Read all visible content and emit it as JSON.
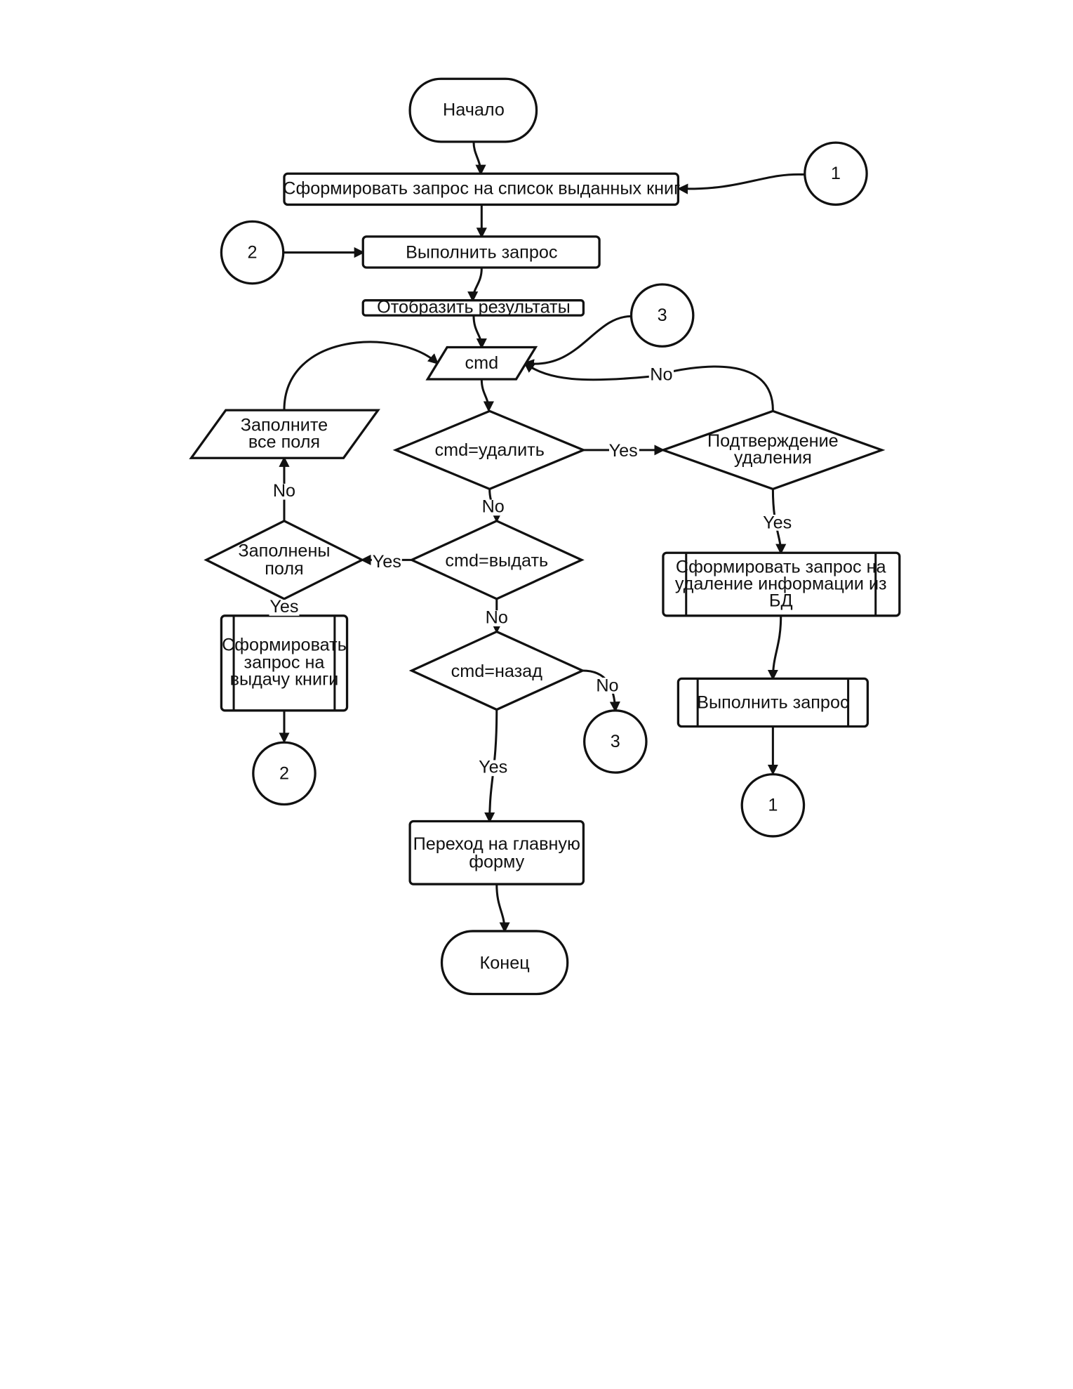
{
  "nodes": {
    "start": "Начало",
    "form_request": "Сформировать запрос  на список выданных книг",
    "execute_request": "Выполнить запрос",
    "show_results": "Отобразить результаты",
    "cmd_input": "cmd",
    "fill_all_fields_1": "Заполните",
    "fill_all_fields_2": "все поля",
    "cmd_delete": "cmd=удалить",
    "confirm_delete_1": "Подтверждение",
    "confirm_delete_2": "удаления",
    "fields_filled_1": "Заполнены",
    "fields_filled_2": "поля",
    "cmd_issue": "cmd=выдать",
    "form_delete_1": "Сформировать запрос на",
    "form_delete_2": "удаление информации из",
    "form_delete_3": "БД",
    "form_issue_1": "Сформировать",
    "form_issue_2": "запрос на",
    "form_issue_3": "выдачу книги",
    "cmd_back": "cmd=назад",
    "execute_request_2": "Выполнить запрос",
    "goto_main_1": "Переход на главную",
    "goto_main_2": "форму",
    "end": "Конец"
  },
  "connectors": {
    "c1_top": "1",
    "c2_left": "2",
    "c3_top": "3",
    "c2_bottom": "2",
    "c3_bottom": "3",
    "c1_bottom": "1"
  },
  "edge_labels": {
    "no_confirm": "No",
    "yes_delete": "Yes",
    "no_fill": "No",
    "no_delete": "No",
    "yes_confirm": "Yes",
    "yes_filled": "Yes",
    "no_issue": "No",
    "yes_fields": "Yes",
    "no_back": "No",
    "yes_back": "Yes"
  }
}
